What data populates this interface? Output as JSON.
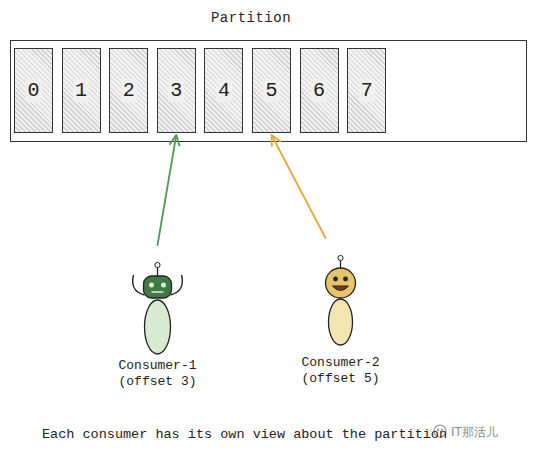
{
  "diagram": {
    "caption": "Each consumer has its own view about the partition",
    "nodes": [
      {
        "text": [
          "Partition"
        ]
      },
      {
        "text": [
          "0"
        ],
        "in": 0
      },
      {
        "text": [
          "1"
        ],
        "in": 0
      },
      {
        "text": [
          "2"
        ],
        "in": 0
      },
      {
        "text": [
          "3"
        ],
        "in": 0
      },
      {
        "text": [
          "4"
        ],
        "in": 0
      },
      {
        "text": [
          "5"
        ],
        "in": 0
      },
      {
        "text": [
          "6"
        ],
        "in": 0
      },
      {
        "text": [
          "7"
        ],
        "in": 0
      },
      {
        "text": [
          "Consumer-1 (offset 3)"
        ]
      },
      {
        "text": [
          "Consumer-2 (offset 5)"
        ]
      }
    ],
    "edges": [
      {
        "from": 9,
        "to": 4,
        "arrow": "to"
      },
      {
        "from": 10,
        "to": 6,
        "arrow": "to"
      }
    ],
    "labels": [
      "IT那活儿"
    ]
  }
}
